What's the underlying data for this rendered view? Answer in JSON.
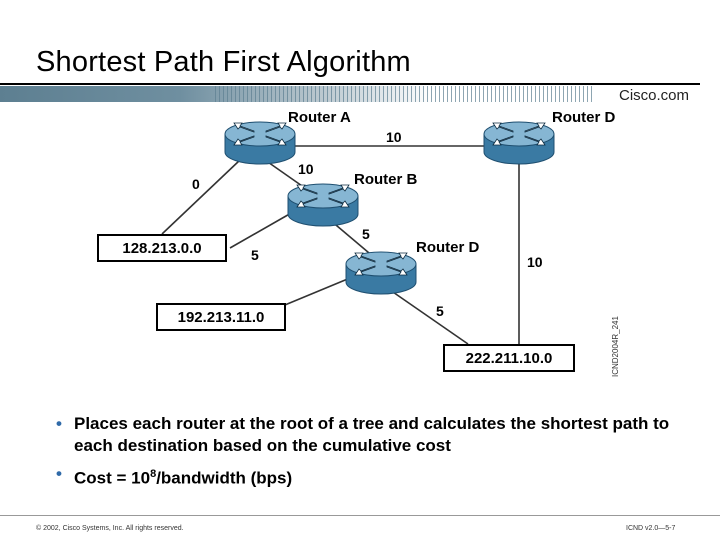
{
  "slide": {
    "title": "Shortest Path First Algorithm",
    "logo_text": "Cisco.com",
    "colors": {
      "band": "#5d7f91",
      "router_body": "#3f7fa7",
      "router_top": "#7fb2d0",
      "bullet": "#2f6aa8"
    }
  },
  "diagram": {
    "routers": {
      "a": {
        "label": "Router A"
      },
      "d_top": {
        "label": "Router D"
      },
      "b": {
        "label": "Router B"
      },
      "d_mid": {
        "label": "Router D"
      }
    },
    "networks": {
      "n1": "128.213.0.0",
      "n2": "192.213.11.0",
      "n3": "222.211.10.0"
    },
    "costs": {
      "a_d": "10",
      "a_b": "10",
      "a_n1": "0",
      "b_n1": "5",
      "b_d": "5",
      "d_n2": "5",
      "dtop_n3": "10"
    },
    "side_code": "ICND2004R_241"
  },
  "bullets": {
    "b1": "Places each router at the root of a tree and calculates the shortest path to each destination based on the cumulative cost",
    "b2_pre": "Cost = 10",
    "b2_sup": "8",
    "b2_post": "/bandwidth (bps)"
  },
  "footer": {
    "left": "© 2002, Cisco Systems, Inc. All rights reserved.",
    "right": "ICND v2.0—5-7"
  }
}
